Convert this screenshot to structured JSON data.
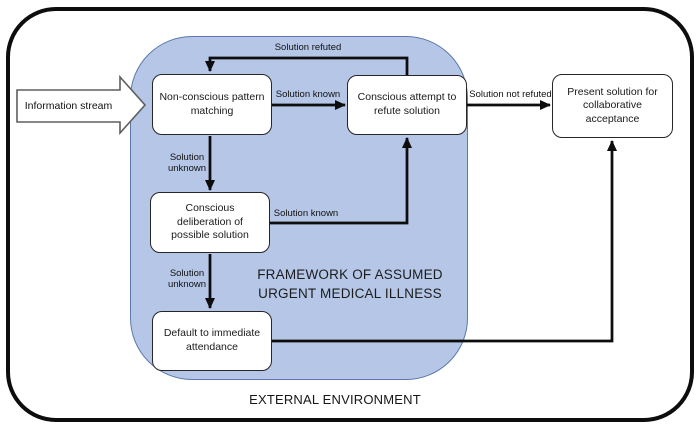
{
  "diagram": {
    "input": {
      "label": "Information stream"
    },
    "nodes": {
      "non_conscious": {
        "label": "Non-conscious pattern matching"
      },
      "conscious_attempt": {
        "label": "Conscious attempt to refute solution"
      },
      "present_solution": {
        "label": "Present solution for collaborative acceptance"
      },
      "conscious_deliberation": {
        "label": "Conscious deliberation of possible solution"
      },
      "default_attendance": {
        "label": "Default to immediate attendance"
      }
    },
    "edges": {
      "refuted": {
        "label": "Solution refuted"
      },
      "known_top": {
        "label": "Solution known"
      },
      "not_refuted": {
        "label": "Solution not refuted"
      },
      "unknown_upper": {
        "label": "Solution unknown"
      },
      "known_mid": {
        "label": "Solution known"
      },
      "unknown_lower": {
        "label": "Solution unknown"
      }
    },
    "regions": {
      "framework_line1": "FRAMEWORK OF ASSUMED",
      "framework_line2": "URGENT MEDICAL ILLNESS",
      "external": "EXTERNAL ENVIRONMENT"
    },
    "colors": {
      "framework_fill": "#b5c6e7",
      "framework_border": "#5b79ad",
      "connector_line": "#0d0d0d",
      "node_fill": "#ffffff",
      "node_border": "#262626",
      "input_arrow_border": "#5e5e5e"
    }
  }
}
